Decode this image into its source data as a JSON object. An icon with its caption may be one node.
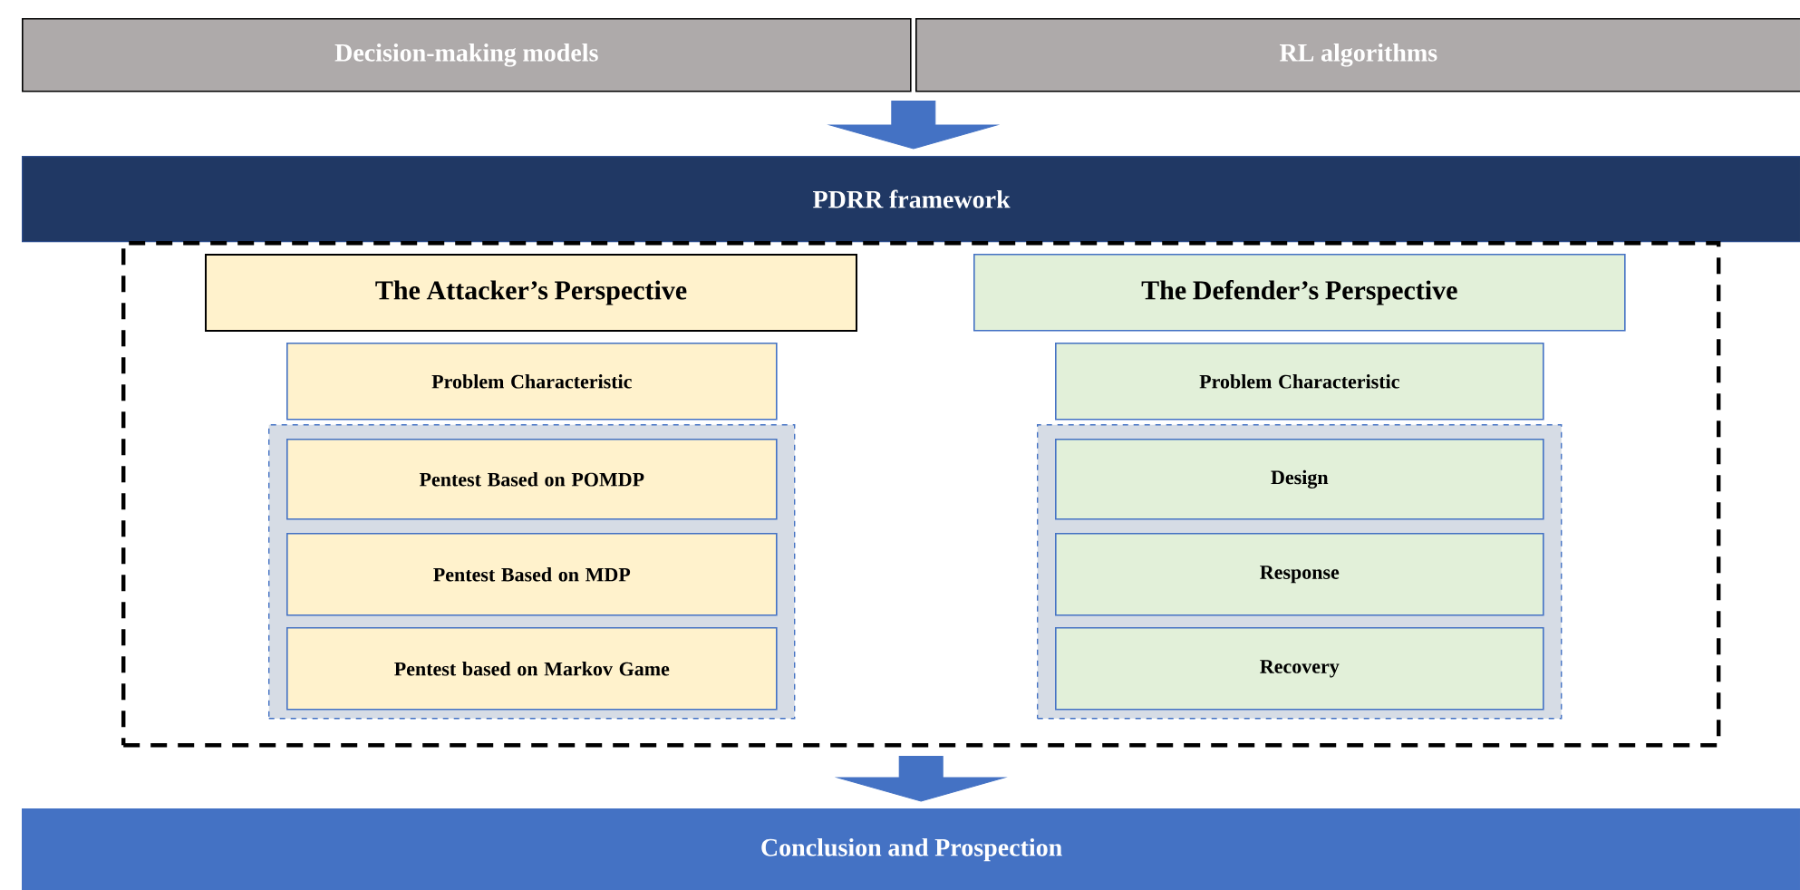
{
  "diagram": {
    "nodes": [
      {
        "text": [
          "Decision-making models"
        ]
      },
      {
        "text": [
          "RL algorithms"
        ]
      },
      {
        "text": [
          "PDRR framework"
        ]
      },
      {
        "text": [],
        "shape": "box"
      },
      {
        "text": [
          "The Attacker’s Perspective"
        ],
        "in": 3
      },
      {
        "text": [
          "Problem Characteristic"
        ],
        "in": 3
      },
      {
        "text": [],
        "shape": "box",
        "in": 3
      },
      {
        "text": [
          "Pentest Based on POMDP"
        ],
        "in": 6
      },
      {
        "text": [
          "Pentest Based on MDP"
        ],
        "in": 6
      },
      {
        "text": [
          "Pentest based on Markov Game"
        ],
        "in": 6
      },
      {
        "text": [
          "The Defender’s Perspective"
        ],
        "in": 3
      },
      {
        "text": [
          "Problem Characteristic"
        ],
        "in": 3
      },
      {
        "text": [],
        "shape": "box",
        "in": 3
      },
      {
        "text": [
          "Design"
        ],
        "in": 12
      },
      {
        "text": [
          "Response"
        ],
        "in": 12
      },
      {
        "text": [
          "Recovery"
        ],
        "in": 12
      },
      {
        "text": [
          "Conclusion and Prospection"
        ]
      }
    ],
    "edges": [
      {
        "from": 0,
        "to": 2,
        "arrow": "to"
      },
      {
        "from": 1,
        "to": 2,
        "arrow": "to"
      },
      {
        "from": 3,
        "to": 16,
        "arrow": "to"
      }
    ]
  }
}
